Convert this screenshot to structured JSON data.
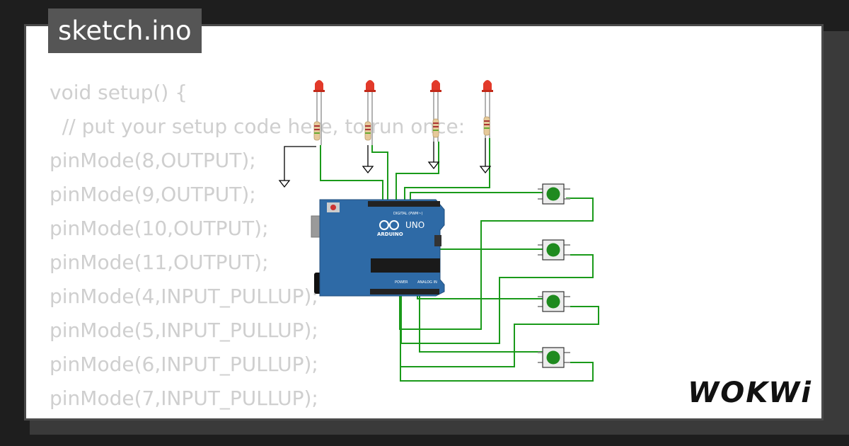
{
  "window": {
    "title": "sketch.ino"
  },
  "code_lines": [
    "void setup() {",
    "  // put your setup code here, to run once:",
    "pinMode(8,OUTPUT);",
    "pinMode(9,OUTPUT);",
    "pinMode(10,OUTPUT);",
    "pinMode(11,OUTPUT);",
    "pinMode(4,INPUT_PULLUP);",
    "pinMode(5,INPUT_PULLUP);",
    "pinMode(6,INPUT_PULLUP);",
    "pinMode(7,INPUT_PULLUP);",
    "}"
  ],
  "board": {
    "label_brand": "ARDUINO",
    "label_model": "UNO",
    "label_digital": "DIGITAL (PWM~)",
    "label_power": "POWER",
    "label_analog": "ANALOG IN"
  },
  "brand": {
    "name": "WOKWi"
  },
  "colors": {
    "wire": "#1a9a1a",
    "board": "#2e6aa6",
    "led": "#e23a2a",
    "button": "#1f8a1f"
  }
}
